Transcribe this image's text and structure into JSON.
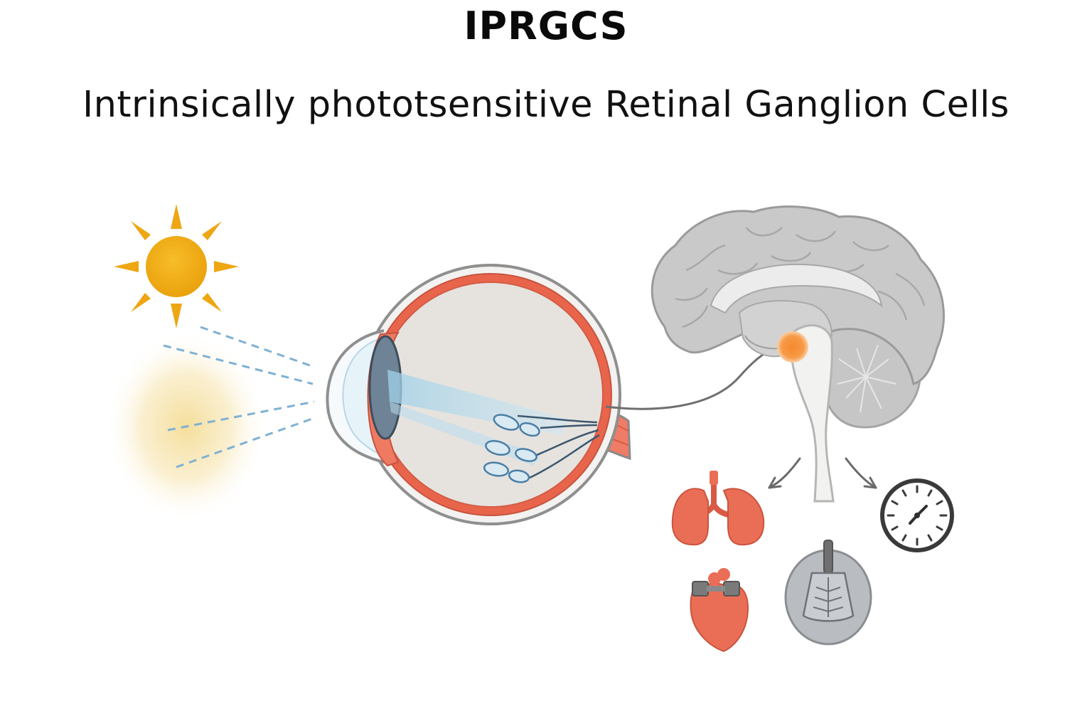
{
  "header": {
    "title": "IPRGCS",
    "subtitle": "Intrinsically phototsensitive Retinal Ganglion Cells"
  },
  "diagram": {
    "elements": [
      "sun-icon",
      "light-rays",
      "eye-cross-section",
      "optic-nerve",
      "brain-sagittal",
      "scn-nucleus",
      "lungs-icon",
      "heart-icon",
      "pineal-gland-icon",
      "clock-icon"
    ],
    "colors": {
      "sun": "#f0ad14",
      "glow": "#f5d67a",
      "ray": "#7fb3d5",
      "sclera_outline": "#8a8a8a",
      "choroid": "#e8654b",
      "vitreous": "#e5e2de",
      "lens": "#6e8396",
      "retinal_cells": "#b7dcec",
      "brain": "#c9c9c9",
      "brain_outline": "#9a9a9a",
      "scn": "#f78a3a",
      "organ_red": "#ea6e55",
      "clock_face": "#ffffff",
      "clock_outline": "#3a3a3a",
      "pineal_grey": "#b9bcc0"
    }
  }
}
